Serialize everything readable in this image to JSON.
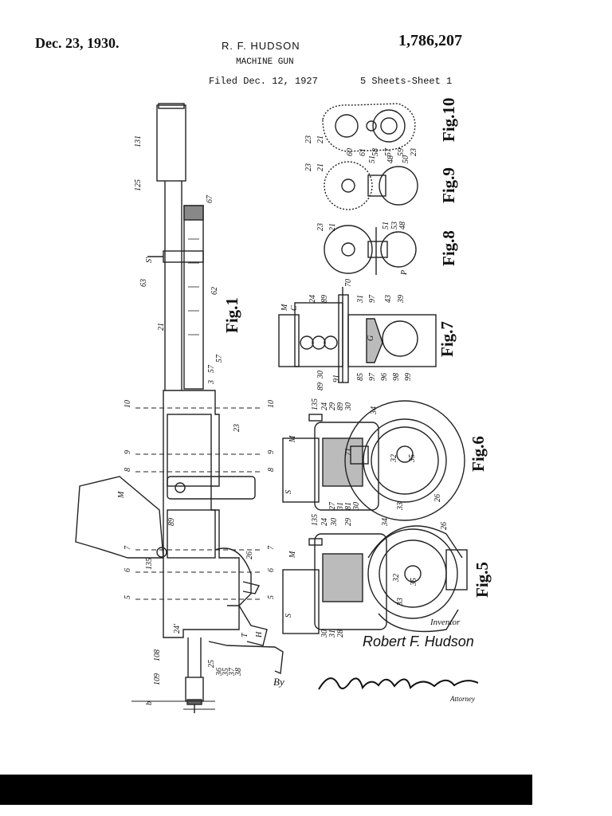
{
  "header": {
    "date": "Dec. 23, 1930.",
    "inventor": "R. F. HUDSON",
    "patent_number": "1,786,207",
    "title": "MACHINE GUN",
    "filed": "Filed Dec. 12, 1927",
    "sheets": "5 Sheets-Sheet 1"
  },
  "figures": {
    "fig1": "Fig.1",
    "fig5": "Fig.5",
    "fig6": "Fig.6",
    "fig7": "Fig.7",
    "fig8": "Fig.8",
    "fig9": "Fig.9",
    "fig10": "Fig.10"
  },
  "fig1_refs": [
    "131",
    "125",
    "67",
    "S'",
    "63",
    "62",
    "21",
    "57",
    "57",
    "3",
    "10",
    "10",
    "23",
    "9",
    "9",
    "8",
    "8",
    "M",
    "89",
    "7",
    "7",
    "6",
    "6",
    "5",
    "5",
    "135",
    "26",
    "24'",
    "T",
    "H",
    "108",
    "109",
    "b",
    "25",
    "36",
    "35",
    "37",
    "38"
  ],
  "fig5_refs": [
    "135",
    "24",
    "30",
    "29",
    "34",
    "26",
    "M",
    "32",
    "35",
    "33",
    "S",
    "30",
    "31",
    "28"
  ],
  "fig6_refs": [
    "135",
    "24",
    "29",
    "89",
    "30",
    "34",
    "M",
    "71",
    "32",
    "35",
    "S",
    "27",
    "31",
    "81",
    "30",
    "33",
    "26"
  ],
  "fig7_refs": [
    "M",
    "C",
    "24",
    "89",
    "70",
    "31",
    "97",
    "43",
    "39",
    "G",
    "30",
    "89",
    "91",
    "85",
    "97",
    "96",
    "98",
    "99"
  ],
  "fig8_refs": [
    "23",
    "21",
    "51",
    "53",
    "48",
    "P"
  ],
  "fig9_refs": [
    "23",
    "21",
    "51",
    "48",
    "50"
  ],
  "fig10_refs": [
    "23",
    "21",
    "60",
    "61",
    "58",
    "57",
    "59",
    "23"
  ],
  "signature": {
    "inventor_label": "Inventor",
    "inventor_name": "Robert F. Hudson",
    "by": "By",
    "attorney_label": "Attorney"
  }
}
